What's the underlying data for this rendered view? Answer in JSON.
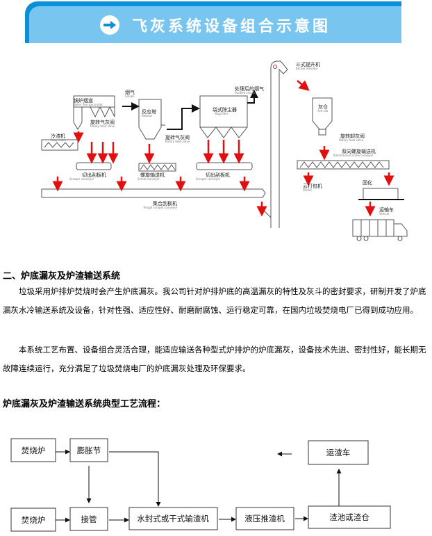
{
  "banner": {
    "icon": "arrow-right-circle-icon",
    "title": "飞灰系统设备组合示意图",
    "color_outer": "#0b8fd6",
    "color_inner": "#78c6f0"
  },
  "diagram": {
    "labels": {
      "boiler_flue": {
        "cn": "锅炉烟道",
        "en": "Boiler flue gas outlet"
      },
      "rotary_valve_1": {
        "cn": "旋转气灰阀",
        "en": "Rotary feed valve"
      },
      "smoke": {
        "cn": "烟气",
        "en": "Smoke"
      },
      "reactor": {
        "cn": "反应塔",
        "en": "Reactor"
      },
      "rotary_valve_2": {
        "cn": "旋转气灰阀",
        "en": "Rotary feed valve"
      },
      "bag_filter": {
        "cn": "袋式除尘器",
        "en": "Bag filter"
      },
      "purified_smoke": {
        "cn": "处理后的烟气",
        "en": "Purified smoke"
      },
      "bucket_elevator": {
        "cn": "斗式提升机",
        "en": "Bucket elevator"
      },
      "ash_silo": {
        "cn": "灰仓",
        "en": "Ash silo"
      },
      "rotary_discharge_valve": {
        "cn": "旋转卸灰阀",
        "en": "Rotary feed valve"
      },
      "bidirectional_screw": {
        "cn": "双向螺旋输送机",
        "en": "Bidirectional screw conveyor"
      },
      "slag_cooler": {
        "cn": "冷渣机",
        "en": "Slag cooler"
      },
      "scraper_1": {
        "cn": "切出刮板机",
        "en": "Scraper conveyor"
      },
      "screw_conveyor": {
        "cn": "螺旋输送机",
        "en": "Screw conveyor"
      },
      "scraper_2": {
        "cn": "切出刮板机",
        "en": "Scraper conveyor"
      },
      "collecting_scraper": {
        "cn": "集合刮板机",
        "en": "Trough scraper conveyor"
      },
      "packer": {
        "cn": "云打包机",
        "en": "Packer"
      },
      "solidify": {
        "cn": "固化",
        "en": ""
      },
      "vehicle": {
        "cn": "运输车",
        "en": "Vehicle"
      }
    },
    "arrow_color": "#e01010"
  },
  "section": {
    "title": "二、炉底漏灰及炉渣输送系统",
    "para1": "垃圾采用炉排炉焚烧时会产生炉底漏灰。我公司针对炉排炉底的高温漏灰的特性及灰斗的密封要求，研制开发了炉底漏灰水冷输送系统及设备，针对性强、适应性好、耐磨耐腐蚀、运行稳定可靠，在国内垃圾焚烧电厂已得到成功应用。",
    "para2": "本系统工艺布置、设备组合灵活合理，能适应输送各种型式炉排炉的炉底漏灰，设备技术先进、密封性好，能长期无故障连续运行，充分满足了垃圾焚烧电厂的炉底漏灰处理及环保要求。"
  },
  "flow": {
    "title": "炉底漏灰及炉渣输送系统典型工艺流程：",
    "nodes": {
      "furnace1": "焚烧炉",
      "expansion": "膨胀节",
      "furnace2": "焚烧炉",
      "pipe": "接管",
      "conveyor": "水封式或干式输渣机",
      "pusher": "液压推渣机",
      "pit": "渣池或渣仓",
      "truck": "运渣车"
    }
  }
}
